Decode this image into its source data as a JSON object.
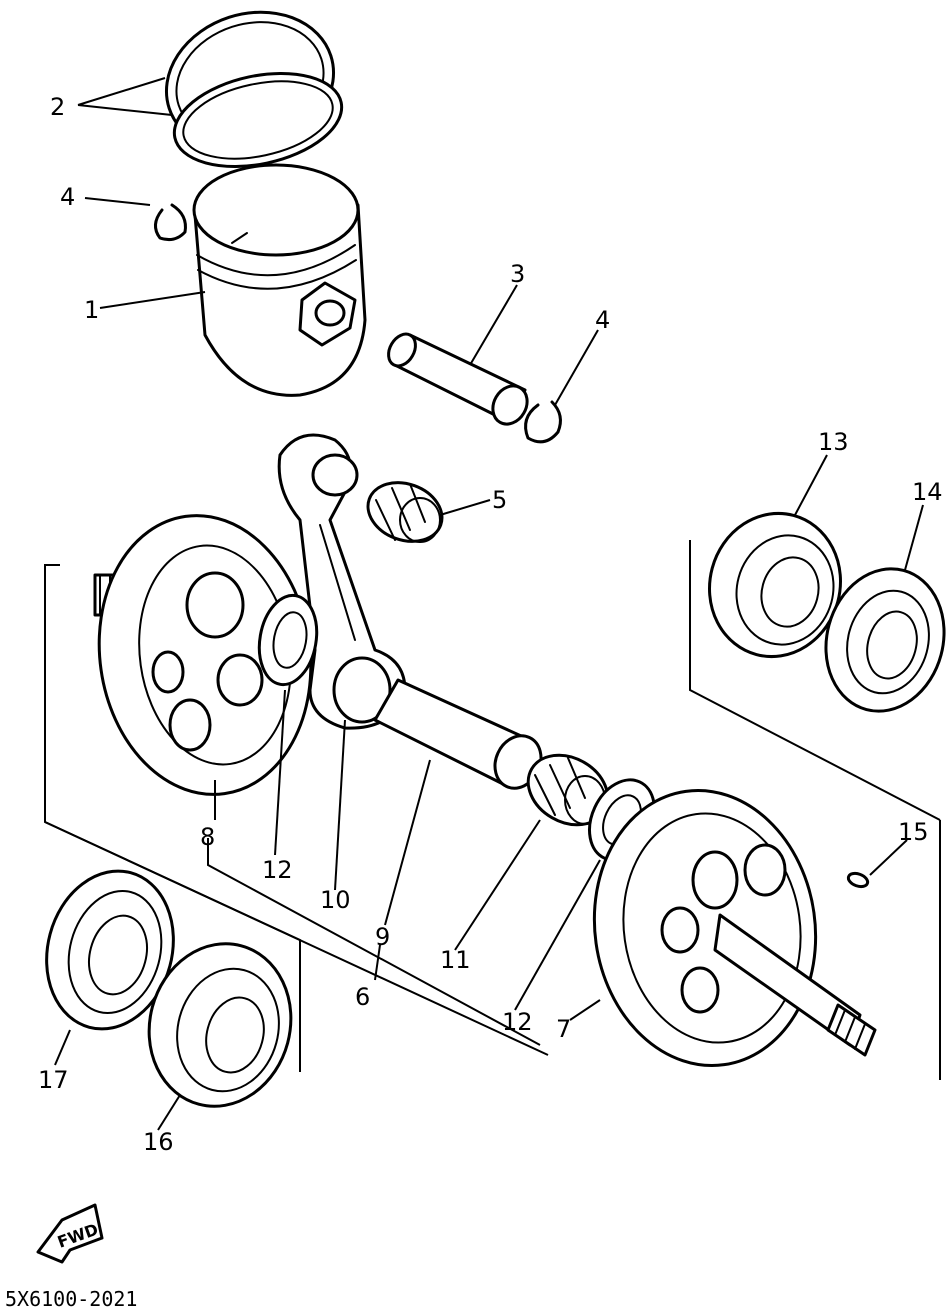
{
  "diagram": {
    "callouts": {
      "c1": "1",
      "c2": "2",
      "c3": "3",
      "c4a": "4",
      "c4b": "4",
      "c5": "5",
      "c6": "6",
      "c7": "7",
      "c8": "8",
      "c9": "9",
      "c10": "10",
      "c11": "11",
      "c12a": "12",
      "c12b": "12",
      "c13": "13",
      "c14": "14",
      "c15": "15",
      "c16": "16",
      "c17": "17"
    },
    "direction_arrow_label": "FWD",
    "diagram_code": "5X6100-2021"
  },
  "style": {
    "line_color": "#000000",
    "background": "#ffffff"
  }
}
